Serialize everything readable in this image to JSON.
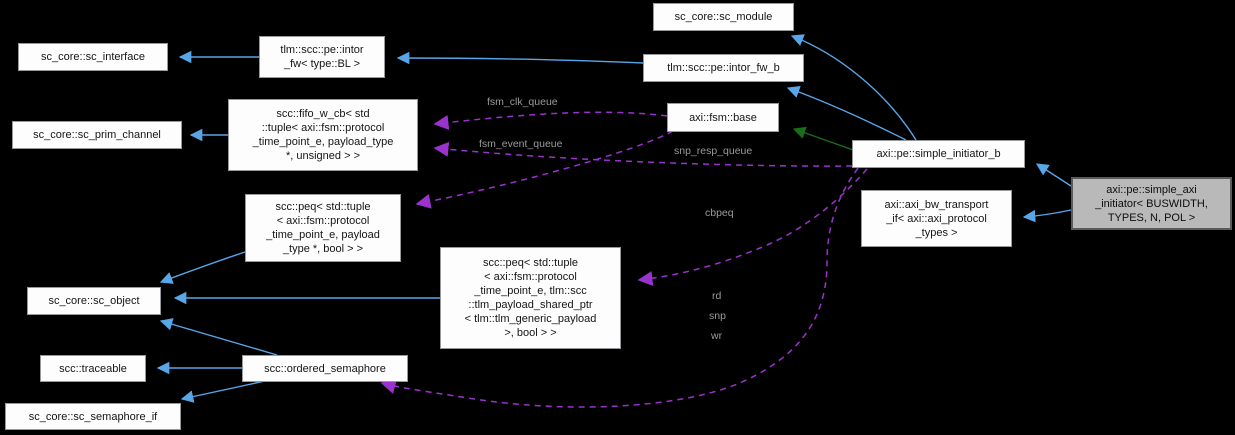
{
  "diagram": {
    "type": "doxygen-collaboration-graph",
    "colors": {
      "background": "#000000",
      "public_inheritance_edge": "#58a6e8",
      "protected_inheritance_edge": "#1a6e1a",
      "usage_edge": "#9a32cd",
      "edge_label_text": "#9b9b9b",
      "node_fill": "#fdfdfd",
      "node_border": "#97989c",
      "node_text": "#151515",
      "current_node_fill": "#b9b9b9",
      "current_node_border": "#5b5b5b"
    },
    "nodes": {
      "sc_interface": {
        "label": "sc_core::sc_interface"
      },
      "intor_fw": {
        "label": "tlm::scc::pe::intor\n_fw< type::BL >"
      },
      "sc_prim_channel": {
        "label": "sc_core::sc_prim_channel"
      },
      "fifo_w_cb": {
        "label": "scc::fifo_w_cb< std\n::tuple< axi::fsm::protocol\n_time_point_e, payload_type\n*, unsigned > >"
      },
      "sc_module": {
        "label": "sc_core::sc_module"
      },
      "intor_fw_b": {
        "label": "tlm::scc::pe::intor_fw_b"
      },
      "fsm_base": {
        "label": "axi::fsm::base"
      },
      "simple_initiator_b": {
        "label": "axi::pe::simple_initiator_b"
      },
      "bw_transport_if": {
        "label": "axi::axi_bw_transport\n_if< axi::axi_protocol\n_types >"
      },
      "simple_axi_initiator": {
        "label": "axi::pe::simple_axi\n_initiator< BUSWIDTH,\nTYPES, N, POL >"
      },
      "peq_payload": {
        "label": "scc::peq< std::tuple\n< axi::fsm::protocol\n_time_point_e, payload\n_type *, bool > >"
      },
      "sc_object": {
        "label": "sc_core::sc_object"
      },
      "peq_shared_ptr": {
        "label": "scc::peq< std::tuple\n< axi::fsm::protocol\n_time_point_e, tlm::scc\n::tlm_payload_shared_ptr\n< tlm::tlm_generic_payload\n>, bool > >"
      },
      "traceable": {
        "label": "scc::traceable"
      },
      "ordered_semaphore": {
        "label": "scc::ordered_semaphore"
      },
      "sc_semaphore_if": {
        "label": "sc_core::sc_semaphore_if"
      }
    },
    "edge_labels": {
      "fsm_clk_queue": "fsm_clk_queue",
      "fsm_event_queue": "fsm_event_queue",
      "snp_resp_queue": "snp_resp_queue",
      "cbpeq": "cbpeq",
      "rd": "rd",
      "snp": "snp",
      "wr": "wr"
    }
  }
}
